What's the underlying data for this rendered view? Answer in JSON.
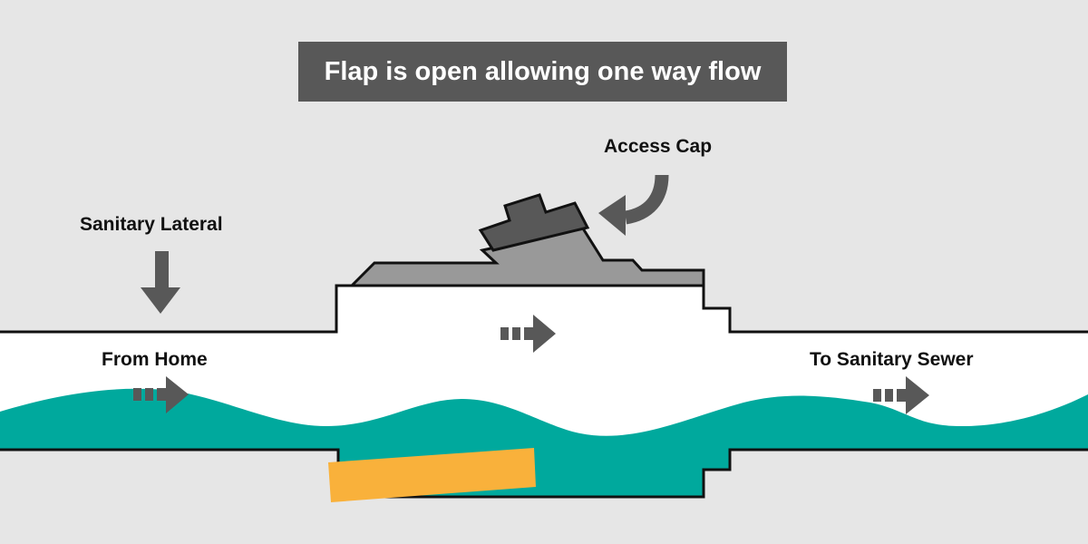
{
  "title": "Flap is open allowing one way flow",
  "labels": {
    "access_cap": "Access Cap",
    "sanitary_lateral": "Sanitary Lateral",
    "from_home": "From Home",
    "to_sanitary_sewer": "To Sanitary Sewer"
  },
  "colors": {
    "background": "#e6e6e6",
    "pipe_interior": "#ffffff",
    "water": "#00a99d",
    "flap": "#f9b13b",
    "cap_dark": "#585858",
    "cap_light": "#999999",
    "arrow": "#585858",
    "title_box": "#585858"
  },
  "icons": {
    "down_arrow": "arrow-down-icon",
    "curved_arrow": "curved-arrow-icon",
    "flow_arrow": "dashed-right-arrow-icon"
  }
}
